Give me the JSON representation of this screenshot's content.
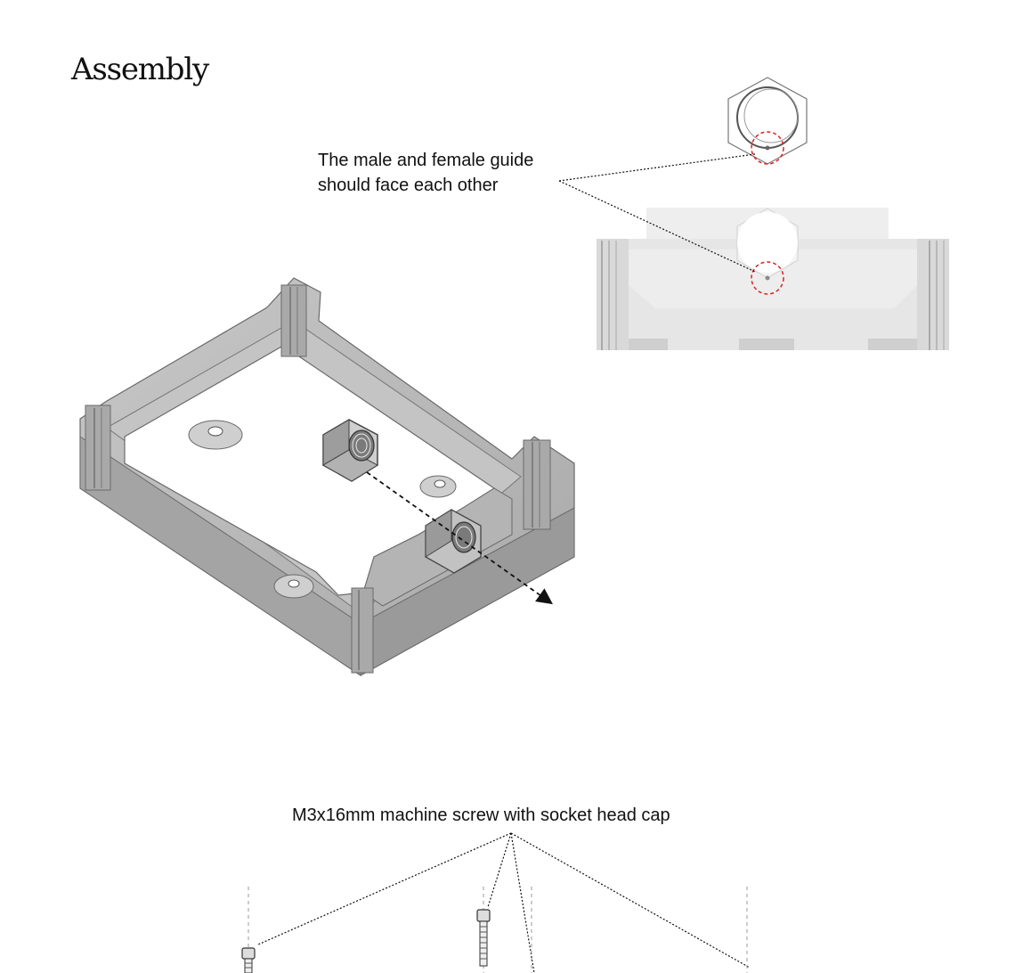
{
  "page": {
    "heading": "Assembly"
  },
  "callouts": {
    "guide_line1": "The male and female guide",
    "guide_line2": "should face each other",
    "screw": "M3x16mm machine screw with socket head cap"
  },
  "colors": {
    "highlight_circle": "#e02020",
    "part_fill": "#b9b9b9",
    "part_edge": "#6a6a6a",
    "leader_line": "#111111"
  }
}
